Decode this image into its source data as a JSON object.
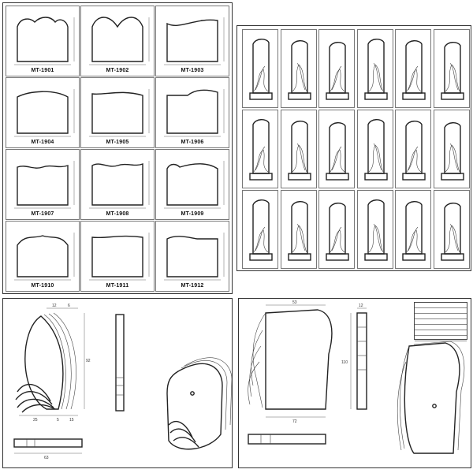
{
  "panel_grid_catalog": {
    "models": [
      {
        "label": "MT-1901"
      },
      {
        "label": "MT-1902"
      },
      {
        "label": "MT-1903"
      },
      {
        "label": "MT-1904"
      },
      {
        "label": "MT-1905"
      },
      {
        "label": "MT-1906"
      },
      {
        "label": "MT-1907"
      },
      {
        "label": "MT-1908"
      },
      {
        "label": "MT-1909"
      },
      {
        "label": "MT-1910"
      },
      {
        "label": "MT-1911"
      },
      {
        "label": "MT-1912"
      }
    ]
  },
  "panel_tall_stones": {
    "rows": 3,
    "columns": 6
  },
  "panel_wing_stone": {
    "dim_top_a": "12",
    "dim_top_b": "6",
    "dim_height": "92",
    "dim_bottom_a": "25",
    "dim_bottom_b": "5",
    "dim_bottom_c": "15",
    "dim_base": "63"
  },
  "panel_wave_stone": {
    "dim_top": "53",
    "dim_thick": "12",
    "dim_height": "110",
    "dim_bottom": "72"
  },
  "colors": {
    "line": "#222222",
    "panel_border": "#333333",
    "background": "#ffffff"
  }
}
